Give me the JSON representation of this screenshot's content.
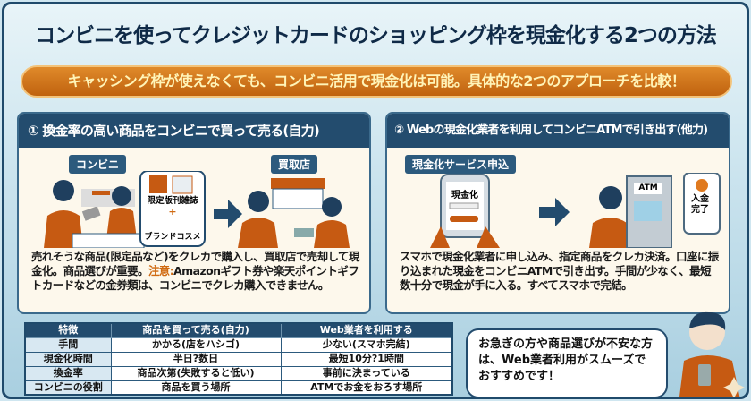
{
  "title": "コンビニを使ってクレジットカードのショッピング枠を現金化する2つの方法",
  "subtitle": "キャッシング枠が使えなくても、コンビニ活用で現金化は可能。具体的な2つのアプローチを比較！",
  "method1": {
    "header": "① 換金率の高い商品をコンビニで買って売る(自力)",
    "tag_store": "コンビニ",
    "tag_shop": "買取店",
    "item1": "限定版刊雑誌",
    "plus": "+",
    "item2": "ブランドコスメ",
    "text1": "売れそうな商品(限定品など)をクレカで購入し、買取店で売却して現金化。商品選びが重要。",
    "warn_label": "注意:",
    "warn_text": "Amazonギフト券や楽天ポイントギフトカードなどの金券類は、コンビニでクレカ購入できません。"
  },
  "method2": {
    "header": "② Webの現金化業者を利用してコンビニATMで引き出す(他力)",
    "tag_apply": "現金化サービス申込",
    "phone_label": "現金化",
    "atm_label": "ATM",
    "deposit_label": "入金完了",
    "text": "スマホで現金化業者に申し込み、指定商品をクレカ決済。口座に振り込まれた現金をコンビニATMで引き出す。手間が少なく、最短数十分で現金が手に入る。すべてスマホで完結。"
  },
  "table": {
    "headers": [
      "特徴",
      "商品を買って売る(自力)",
      "Web業者を利用する"
    ],
    "rows": [
      [
        "手間",
        "かかる(店をハシゴ)",
        "少ない(スマホ完結)"
      ],
      [
        "現金化時間",
        "半日?数日",
        "最短10分?1時間"
      ],
      [
        "換金率",
        "商品次第(失敗すると低い)",
        "事前に決まっている"
      ],
      [
        "コンビニの役割",
        "商品を買う場所",
        "ATMでお金をおろす場所"
      ]
    ]
  },
  "advice": "お急ぎの方や商品選びが不安な方は、Web業者利用がスムーズでおすすめです！",
  "colors": {
    "navy": "#234c6e",
    "orange": "#d06a12",
    "cream": "#fdf8ec"
  }
}
